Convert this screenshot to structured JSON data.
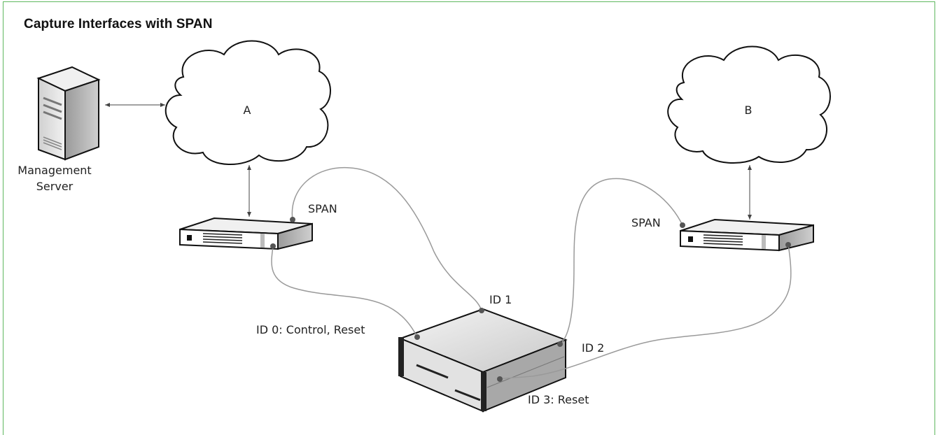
{
  "title": "Capture Interfaces with SPAN",
  "labels": {
    "management_server_line1": "Management",
    "management_server_line2": "Server",
    "cloud_a": "A",
    "cloud_b": "B",
    "span_left": "SPAN",
    "span_right": "SPAN",
    "id0": "ID 0: Control, Reset",
    "id1": "ID 1",
    "id2": "ID 2",
    "id3": "ID 3: Reset"
  },
  "colors": {
    "frame_border": "#5fb85f",
    "cable": "#9a9a9a",
    "port_dot": "#555555"
  },
  "icons": [
    "server-tower-icon",
    "cloud-icon",
    "switch-icon",
    "appliance-icon"
  ]
}
